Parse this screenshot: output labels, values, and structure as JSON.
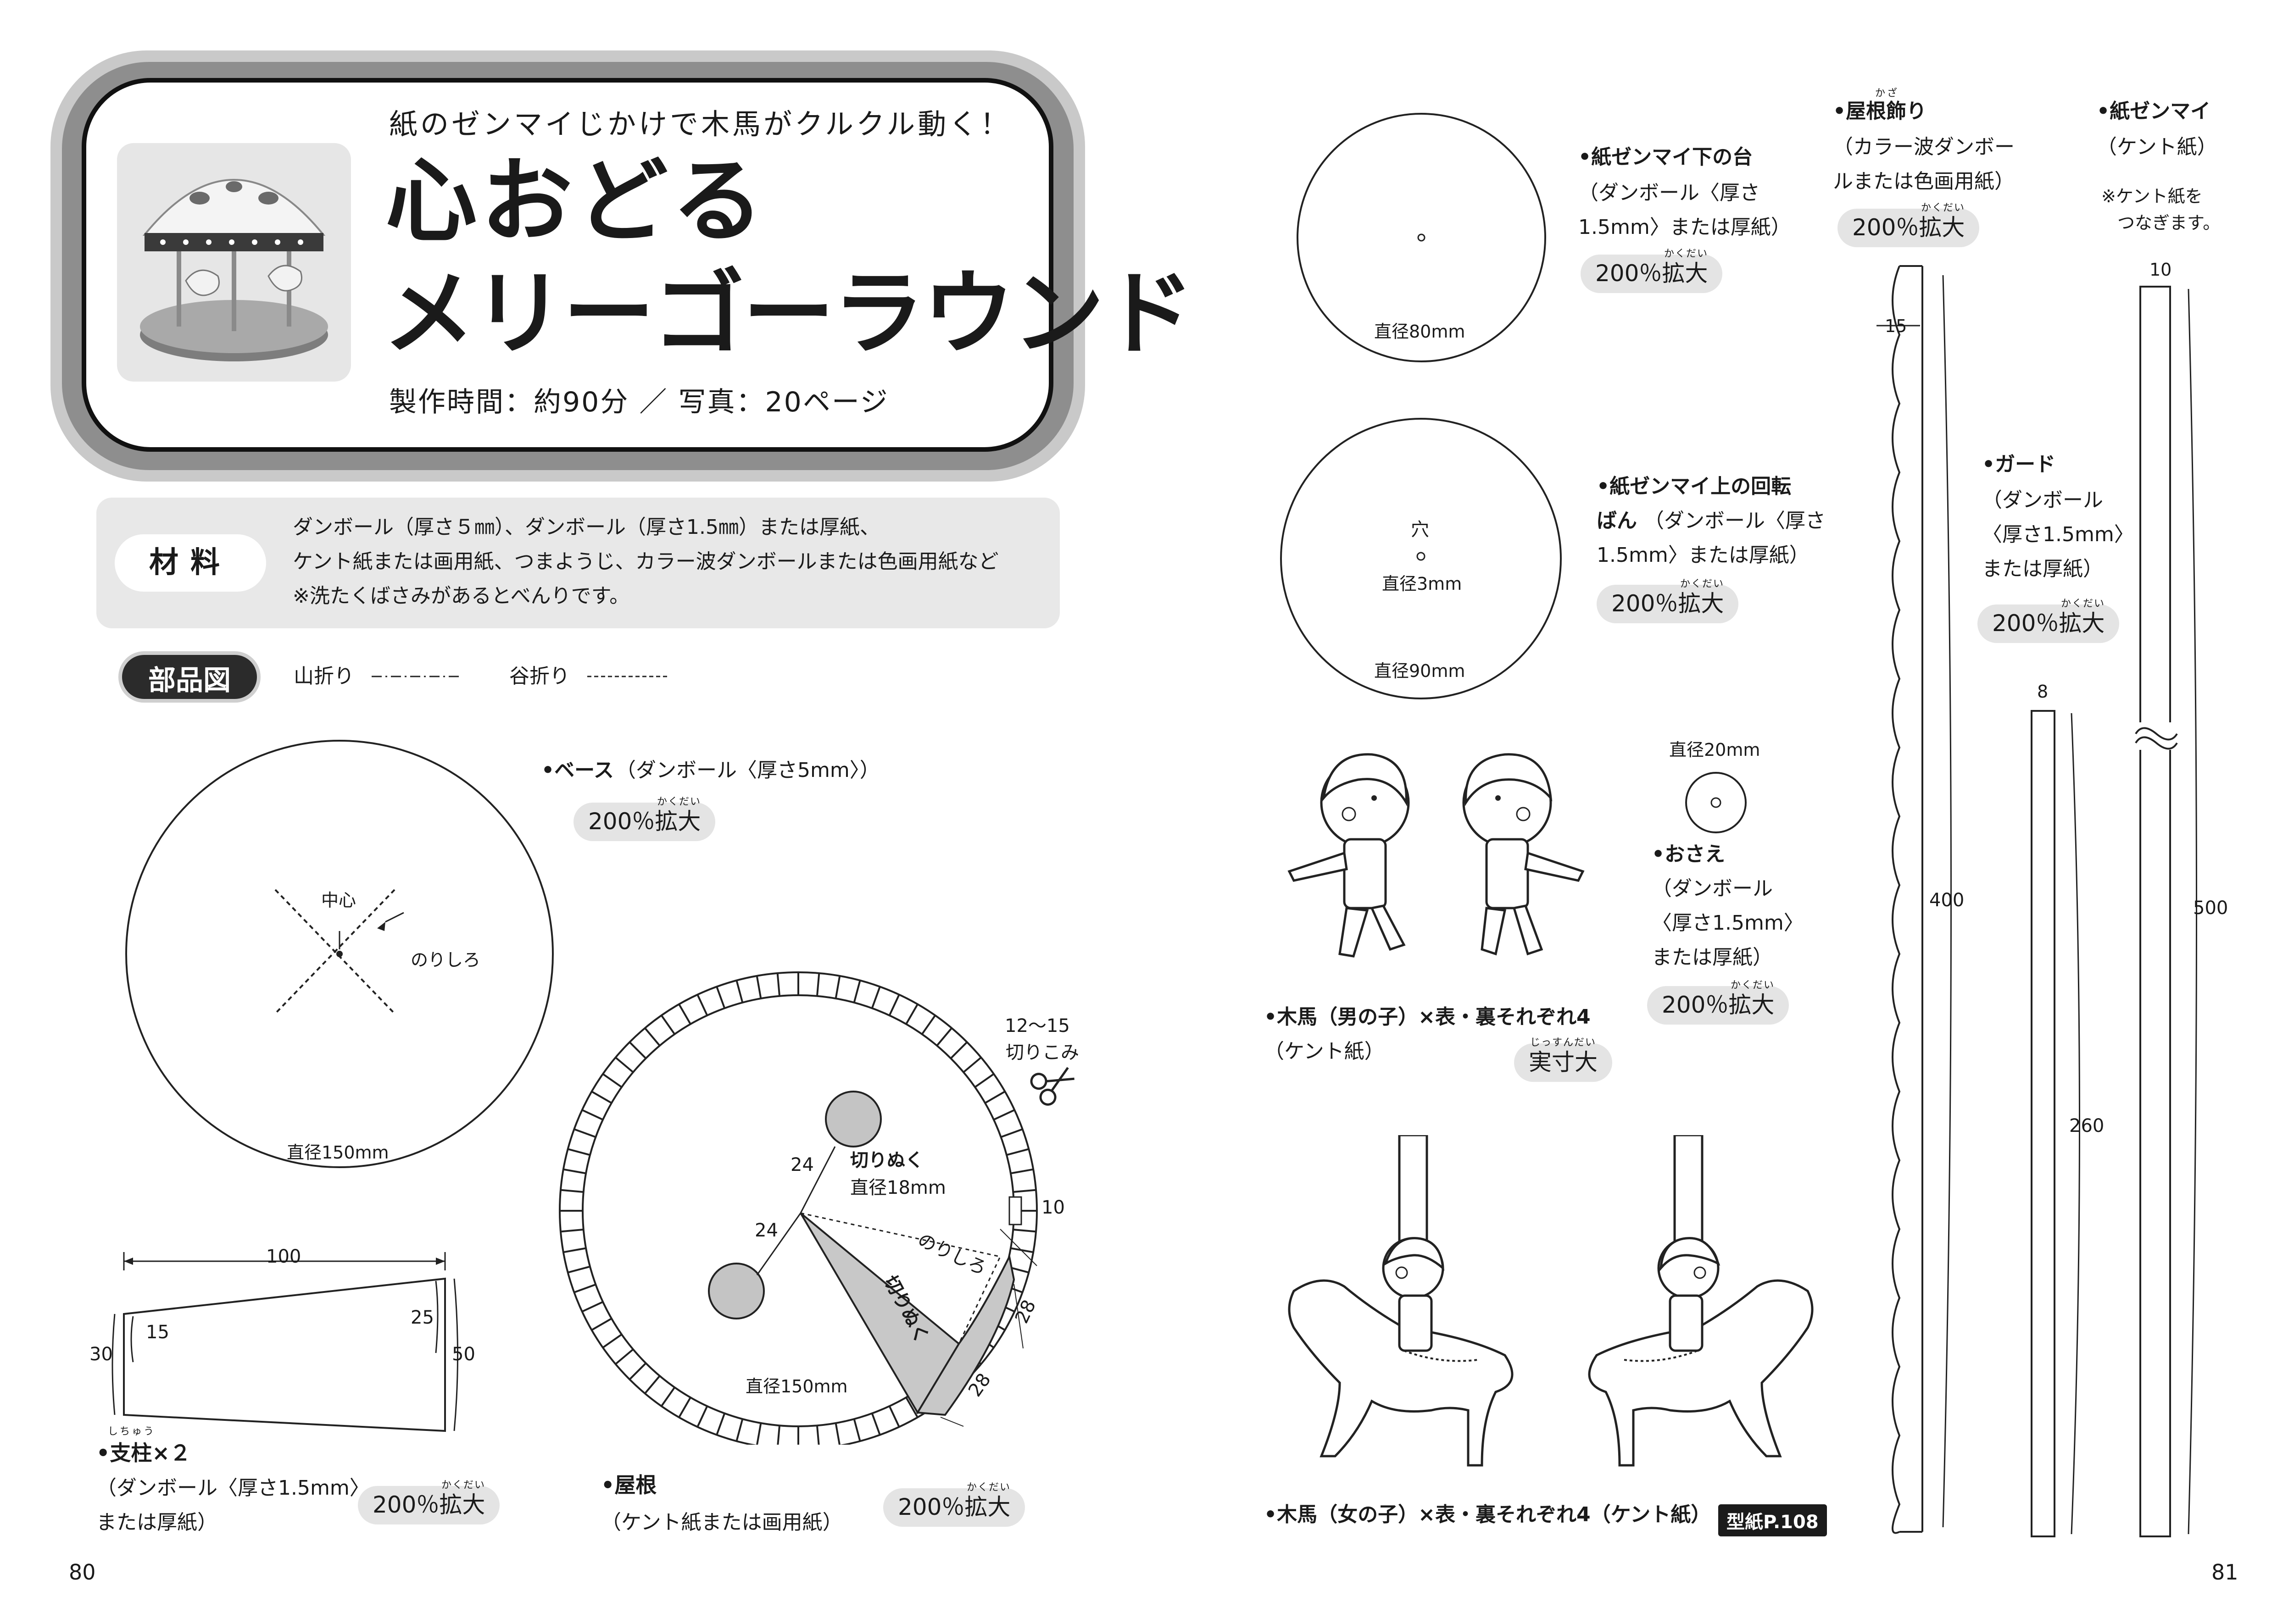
{
  "header": {
    "subtitle": "紙のゼンマイじかけで木馬がクルクル動く！",
    "title_line1": "心おどる",
    "title_line2": "メリーゴーラウンド",
    "info": "製作時間：約90分 ／ 写真：20ページ"
  },
  "materials": {
    "label": "材料",
    "line1": "ダンボール（厚さ５㎜）、ダンボール（厚さ1.5㎜）または厚紙、",
    "line2": "ケント紙または画用紙、つまようじ、カラー波ダンボールまたは色画用紙など",
    "line3": "※洗たくばさみがあるとべんりです。"
  },
  "parts": {
    "badge": "部品図",
    "legend_mountain": "山折り",
    "legend_valley": "谷折り"
  },
  "base": {
    "name": "•ベース",
    "material": "（ダンボール〈厚さ5mm〉）",
    "scale": "200％拡大",
    "ruby": "かくだい",
    "center_label": "中心",
    "glue_label": "のりしろ",
    "diameter": "直径150mm"
  },
  "pillar": {
    "ruby": "しちゅう",
    "name": "•支柱×２",
    "material1": "（ダンボール〈厚さ1.5mm〉",
    "material2": "または厚紙）",
    "scale": "200％拡大",
    "scale_ruby": "かくだい",
    "dim_top": "100",
    "dim_left": "30",
    "dim_right": "50",
    "dim_inner_left": "15",
    "dim_inner_right": "25"
  },
  "roof": {
    "name": "•屋根",
    "material": "（ケント紙または画用紙）",
    "scale": "200％拡大",
    "scale_ruby": "かくだい",
    "cut_label": "切りぬく",
    "cut_diameter": "直径18mm",
    "diameter": "直径150mm",
    "glue_label": "のりしろ",
    "cut_wedge_label": "切りぬく",
    "notch_label1": "12～15",
    "notch_label2": "切りこみ",
    "dim_24a": "24",
    "dim_24b": "24",
    "dim_10": "10",
    "dim_28a": "28",
    "dim_28b": "28"
  },
  "spring_base": {
    "name": "•紙ゼンマイ下の台",
    "material1": "（ダンボール〈厚さ",
    "material2": "1.5mm〉または厚紙）",
    "scale": "200％拡大",
    "scale_ruby": "かくだい",
    "diameter": "直径80mm"
  },
  "turntable": {
    "name1": "•紙ゼンマイ上の回転",
    "name2": "ばん",
    "material1": "（ダンボール〈厚さ",
    "material2": "1.5mm〉または厚紙）",
    "scale": "200％拡大",
    "scale_ruby": "かくだい",
    "hole_label": "穴",
    "hole_diameter": "直径3mm",
    "diameter": "直径90mm"
  },
  "stopper": {
    "diameter": "直径20mm",
    "name": "•おさえ",
    "material1": "（ダンボール",
    "material2": "〈厚さ1.5mm〉",
    "material3": "または厚紙）",
    "scale": "200％拡大",
    "scale_ruby": "かくだい"
  },
  "horse_boy": {
    "name": "•木馬（男の子）×表・裏それぞれ4",
    "material": "（ケント紙）",
    "scale": "実寸大",
    "scale_ruby": "じっすんだい"
  },
  "horse_girl": {
    "name": "•木馬（女の子）×表・裏それぞれ4（ケント紙）",
    "tag": "型紙P.108"
  },
  "roof_deco": {
    "ruby": "かざ",
    "name": "•屋根飾り",
    "material1": "（カラー波ダンボー",
    "material2": "ルまたは色画用紙）",
    "scale": "200％拡大",
    "scale_ruby": "かくだい",
    "dim_width": "15",
    "dim_length": "400"
  },
  "guard": {
    "name": "•ガード",
    "material1": "（ダンボール",
    "material2": "〈厚さ1.5mm〉",
    "material3": "または厚紙）",
    "scale": "200％拡大",
    "scale_ruby": "かくだい",
    "dim_width": "8",
    "dim_length": "260"
  },
  "paper_spring": {
    "name": "•紙ゼンマイ",
    "material": "（ケント紙）",
    "note1": "※ケント紙を",
    "note2": "つなぎます。",
    "dim_width": "10",
    "dim_length": "500"
  },
  "page_numbers": {
    "left": "80",
    "right": "81"
  }
}
